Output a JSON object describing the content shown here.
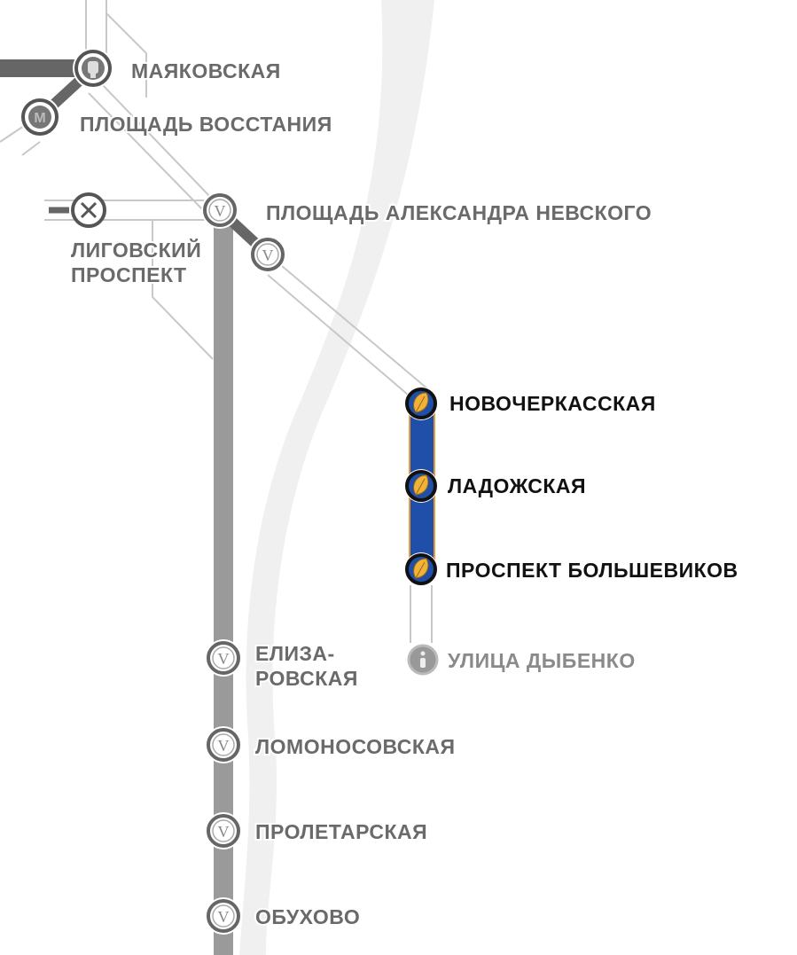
{
  "map": {
    "colors": {
      "active_line": "#1f4fa8",
      "active_line_edge": "#e49a3a",
      "inactive_line": "#9a9a9a",
      "inactive_text": "#6a6a6a",
      "active_text": "#111111",
      "river": "#f0f0f0"
    },
    "stations": [
      {
        "name": "МАЯКОВСКАЯ",
        "icon": "fist-icon",
        "active": false
      },
      {
        "name": "ПЛОЩАДЬ ВОССТАНИЯ",
        "icon": "metro-m-icon",
        "active": false
      },
      {
        "name_line1": "ЛИГОВСКИЙ",
        "name_line2": "ПРОСПЕКТ",
        "icon": "closed-x-icon",
        "active": false
      },
      {
        "name": "ПЛОЩАДЬ АЛЕКСАНДРА НЕВСКОГО",
        "icon": "v-icon",
        "active": false
      },
      {
        "name": "НОВОЧЕРКАССКАЯ",
        "icon": "leaf-icon",
        "active": true
      },
      {
        "name": "ЛАДОЖСКАЯ",
        "icon": "leaf-icon",
        "active": true
      },
      {
        "name": "ПРОСПЕКТ БОЛЬШЕВИКОВ",
        "icon": "leaf-icon",
        "active": true
      },
      {
        "name": "УЛИЦА ДЫБЕНКО",
        "icon": "info-icon",
        "active": false
      },
      {
        "name_line1": "ЕЛИЗА-",
        "name_line2": "РОВСКАЯ",
        "icon": "v-icon",
        "active": false
      },
      {
        "name": "ЛОМОНОСОВСКАЯ",
        "icon": "v-icon",
        "active": false
      },
      {
        "name": "ПРОЛЕТАРСКАЯ",
        "icon": "v-icon",
        "active": false
      },
      {
        "name": "ОБУХОВО",
        "icon": "v-icon",
        "active": false
      }
    ],
    "v_glyph": "V"
  }
}
